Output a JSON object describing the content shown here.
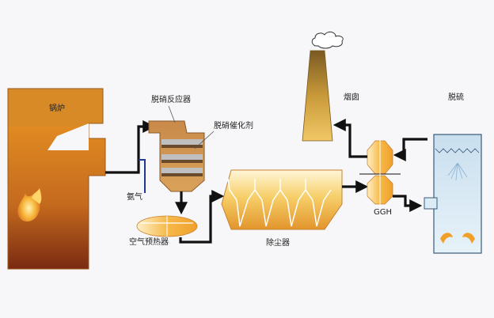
{
  "labels": {
    "boiler": "锅炉",
    "scr_reactor": "脱硝反应器",
    "scr_catalyst": "脱硝催化剂",
    "ammonia": "氨气",
    "air_preheater": "空气预热器",
    "dust_collector": "除尘器",
    "chimney": "烟囱",
    "ggh": "GGH",
    "desulfurization": "脱硫"
  },
  "colors": {
    "pipe": "#111111",
    "ammonia_line": "#1f3a93",
    "boiler_fill": "#d4862a",
    "reactor_fill": "#c47a3a",
    "orange_light": "#f5b94a",
    "tower_blue": "#dcecf6"
  }
}
